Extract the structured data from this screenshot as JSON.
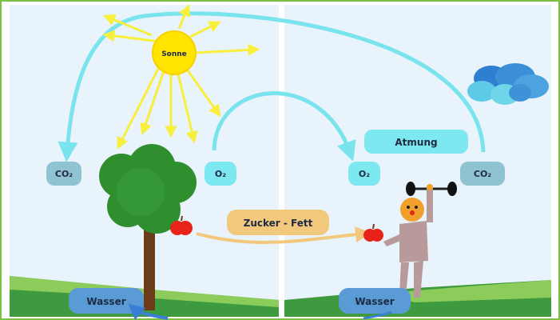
{
  "sun": {
    "label": "Sonne"
  },
  "left_panel": {
    "co2_label": "CO₂",
    "o2_label": "O₂",
    "water_label": "Wasser"
  },
  "right_panel": {
    "o2_label": "O₂",
    "co2_label": "CO₂",
    "respiration_label": "Atmung",
    "water_label": "Wasser"
  },
  "transfer_label": "Zucker - Fett",
  "colors": {
    "frame": "#7ac043",
    "panel_bg": "#e9f3fb",
    "arrow_cyan": "#79e3ee",
    "sun": "#ffe400",
    "ray": "#f7ef3b",
    "tree_leaves": "#2f8f2f",
    "trunk": "#6b3b1a",
    "apple": "#e8231a",
    "grass_dark": "#3e9a3e",
    "grass_light": "#8ccc5a",
    "water_box": "#5b9bd5",
    "co2_box": "#8fc3d1",
    "o2_box": "#7de8ef",
    "transfer_box": "#f2c97c",
    "cloud": "#3a8fd6",
    "figure_body": "#b89a9a",
    "face": "#f0a02b"
  }
}
